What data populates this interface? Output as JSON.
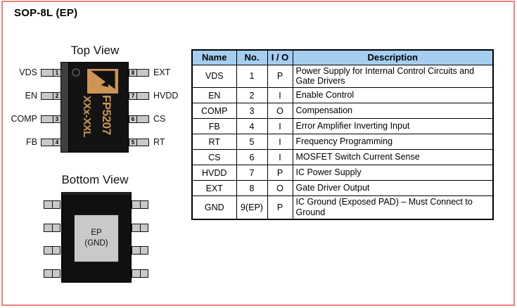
{
  "title": "SOP-8L (EP)",
  "top_view": {
    "label": "Top View",
    "marking_part_number": "FP5207",
    "marking_lot_code": "XXx-XXL",
    "left_pins": [
      {
        "name": "VDS",
        "num": "1"
      },
      {
        "name": "EN",
        "num": "2"
      },
      {
        "name": "COMP",
        "num": "3"
      },
      {
        "name": "FB",
        "num": "4"
      }
    ],
    "right_pins": [
      {
        "name": "EXT",
        "num": "8"
      },
      {
        "name": "HVDD",
        "num": "7"
      },
      {
        "name": "CS",
        "num": "6"
      },
      {
        "name": "RT",
        "num": "5"
      }
    ]
  },
  "bottom_view": {
    "label": "Bottom View",
    "pad_line1": "EP",
    "pad_line2": "(GND)"
  },
  "pin_table": {
    "headers": [
      "Name",
      "No.",
      "I / O",
      "Description"
    ],
    "rows": [
      [
        "VDS",
        "1",
        "P",
        "Power Supply for Internal Control Circuits and Gate Drivers"
      ],
      [
        "EN",
        "2",
        "I",
        "Enable Control"
      ],
      [
        "COMP",
        "3",
        "O",
        "Compensation"
      ],
      [
        "FB",
        "4",
        "I",
        "Error Amplifier Inverting Input"
      ],
      [
        "RT",
        "5",
        "I",
        "Frequency Programming"
      ],
      [
        "CS",
        "6",
        "I",
        "MOSFET Switch Current Sense"
      ],
      [
        "HVDD",
        "7",
        "P",
        "IC Power Supply"
      ],
      [
        "EXT",
        "8",
        "O",
        "Gate Driver Output"
      ],
      [
        "GND",
        "9(EP)",
        "P",
        "IC Ground (Exposed PAD) – Must Connect to Ground"
      ]
    ]
  },
  "colors": {
    "page_border": "#f0807b",
    "table_header_blue": "#a5cdf0",
    "chip_body_black": "#131313",
    "brand_orange": "#cd9455",
    "lead_gray": "#c8c8c8",
    "ep_pad_gray": "#c9c9c9"
  }
}
